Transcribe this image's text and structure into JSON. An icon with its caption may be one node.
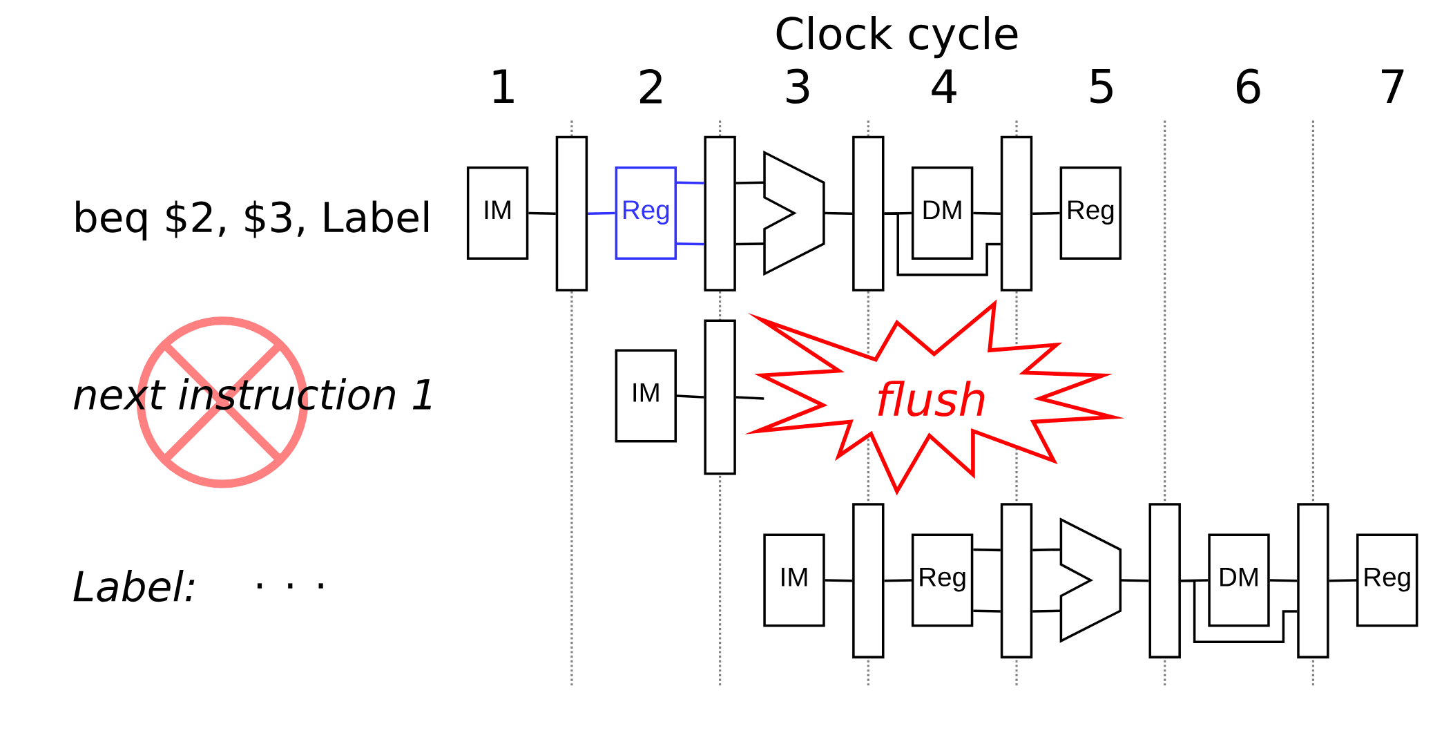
{
  "diagram": {
    "title": "Clock cycle",
    "nodes": [
      {
        "text": [
          "IM"
        ]
      },
      {
        "text": [],
        "shape": "bar"
      },
      {
        "text": [
          "Reg"
        ]
      },
      {
        "text": [],
        "shape": "bar"
      },
      {
        "text": [],
        "shape": "trapezoid"
      },
      {
        "text": [],
        "shape": "bar"
      },
      {
        "text": [
          "DM"
        ]
      },
      {
        "text": [],
        "shape": "bar"
      },
      {
        "text": [
          "Reg"
        ]
      },
      {
        "text": [
          "IM"
        ]
      },
      {
        "text": [],
        "shape": "bar"
      },
      {
        "text": [
          "flush"
        ]
      },
      {
        "text": [
          "IM"
        ]
      },
      {
        "text": [],
        "shape": "bar"
      },
      {
        "text": [
          "Reg"
        ]
      },
      {
        "text": [],
        "shape": "bar"
      },
      {
        "text": [],
        "shape": "trapezoid"
      },
      {
        "text": [],
        "shape": "bar"
      },
      {
        "text": [
          "DM"
        ]
      },
      {
        "text": [],
        "shape": "bar"
      },
      {
        "text": [
          "Reg"
        ]
      }
    ],
    "edges": [
      {
        "from": 0,
        "to": 1,
        "arrow": "none"
      },
      {
        "from": 1,
        "to": 2,
        "arrow": "none",
        "color": "#3333ff"
      },
      {
        "from": 2,
        "to": 3,
        "arrow": "none",
        "color": "#3333ff"
      },
      {
        "from": 2,
        "to": 3,
        "arrow": "none",
        "color": "#3333ff"
      },
      {
        "from": 3,
        "to": 4,
        "arrow": "none"
      },
      {
        "from": 3,
        "to": 4,
        "arrow": "none"
      },
      {
        "from": 4,
        "to": 5,
        "arrow": "none"
      },
      {
        "from": 5,
        "to": 6,
        "arrow": "none"
      },
      {
        "from": 5,
        "to": 7,
        "arrow": "none"
      },
      {
        "from": 6,
        "to": 7,
        "arrow": "none"
      },
      {
        "from": 7,
        "to": 8,
        "arrow": "none"
      },
      {
        "from": 9,
        "to": 10,
        "arrow": "none"
      },
      {
        "from": 10,
        "to": 11,
        "arrow": "none"
      },
      {
        "from": 12,
        "to": 13,
        "arrow": "none"
      },
      {
        "from": 13,
        "to": 14,
        "arrow": "none"
      },
      {
        "from": 14,
        "to": 15,
        "arrow": "none"
      },
      {
        "from": 14,
        "to": 15,
        "arrow": "none"
      },
      {
        "from": 15,
        "to": 16,
        "arrow": "none"
      },
      {
        "from": 15,
        "to": 16,
        "arrow": "none"
      },
      {
        "from": 16,
        "to": 17,
        "arrow": "none"
      },
      {
        "from": 17,
        "to": 18,
        "arrow": "none"
      },
      {
        "from": 17,
        "to": 19,
        "arrow": "none"
      },
      {
        "from": 18,
        "to": 19,
        "arrow": "none"
      },
      {
        "from": 19,
        "to": 20,
        "arrow": "none"
      }
    ],
    "labels": [
      "1",
      "2",
      "3",
      "4",
      "5",
      "6",
      "7",
      "beq $2, $3, Label",
      "next instruction 1",
      "Label:",
      ". . ."
    ]
  }
}
